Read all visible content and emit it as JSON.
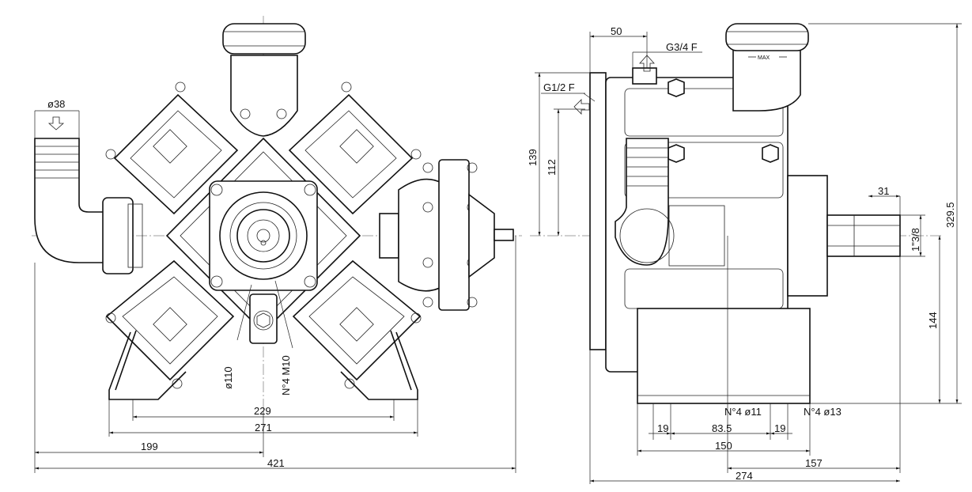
{
  "dimensions": {
    "front": {
      "inlet_diameter": "ø38",
      "bolt_circle": "ø110",
      "mount_threads": "N°4 M10",
      "width_229": "229",
      "width_271": "271",
      "width_199": "199",
      "width_421": "421"
    },
    "side": {
      "offset_50": "50",
      "outlet_thread": "G3/4  F",
      "max_label": "MAX",
      "gauge_thread": "G1/2  F",
      "height_139": "139",
      "height_112": "112",
      "shaft_31": "31",
      "shaft_spline": "1\"3/8",
      "height_329": "329.5",
      "height_144": "144",
      "holes_11": "N°4  ø11",
      "holes_13": "N°4  ø13",
      "base_19a": "19",
      "base_83": "83.5",
      "base_19b": "19",
      "base_150": "150",
      "depth_157": "157",
      "depth_274": "274"
    }
  }
}
